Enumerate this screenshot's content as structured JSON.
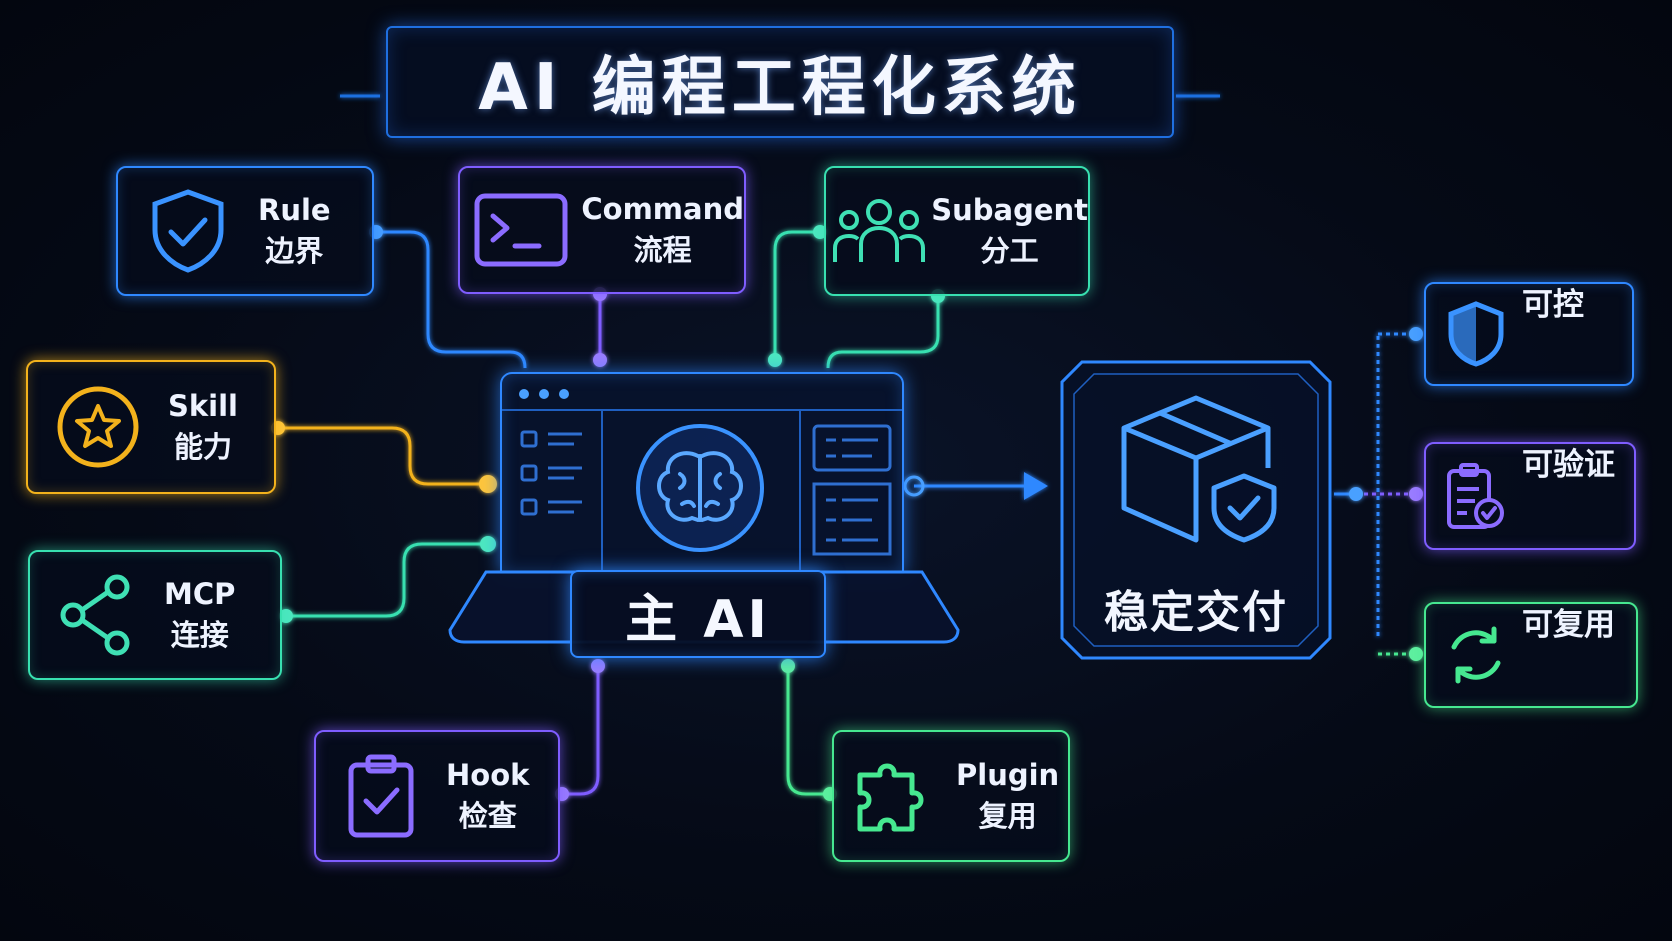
{
  "title": "AI 编程工程化系统",
  "center": {
    "label": "主 AI"
  },
  "delivery": {
    "label": "稳定交付"
  },
  "modules": {
    "rule": {
      "en": "Rule",
      "zh": "边界",
      "icon": "shield-check-icon",
      "color": "#2f88ff"
    },
    "command": {
      "en": "Command",
      "zh": "流程",
      "icon": "terminal-icon",
      "color": "#7f5dff"
    },
    "subagent": {
      "en": "Subagent",
      "zh": "分工",
      "icon": "team-icon",
      "color": "#38e0b0"
    },
    "skill": {
      "en": "Skill",
      "zh": "能力",
      "icon": "star-badge-icon",
      "color": "#f3b21c"
    },
    "mcp": {
      "en": "MCP",
      "zh": "连接",
      "icon": "share-icon",
      "color": "#38e0b0"
    },
    "hook": {
      "en": "Hook",
      "zh": "检查",
      "icon": "clipboard-check-icon",
      "color": "#7f5dff"
    },
    "plugin": {
      "en": "Plugin",
      "zh": "复用",
      "icon": "puzzle-icon",
      "color": "#46e890"
    }
  },
  "outcomes": [
    {
      "label": "可控",
      "icon": "shield-icon",
      "color": "#2f88ff"
    },
    {
      "label": "可验证",
      "icon": "checklist-icon",
      "color": "#7f5dff"
    },
    {
      "label": "可复用",
      "icon": "recycle-icon",
      "color": "#46e890"
    }
  ]
}
